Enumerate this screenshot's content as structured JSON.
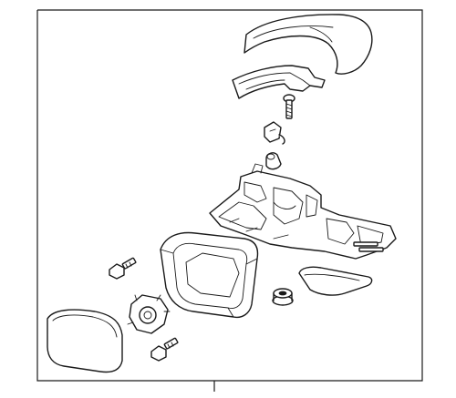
{
  "diagram": {
    "title": "",
    "callouts": [],
    "parts": [
      "mirror-cap",
      "cap-bracket",
      "screw",
      "clip",
      "plug",
      "mirror-base-housing",
      "mirror-frame-housing",
      "bolt-upper",
      "mirror-motor",
      "bolt-lower",
      "mirror-glass",
      "signal-lamp",
      "grommet"
    ]
  }
}
